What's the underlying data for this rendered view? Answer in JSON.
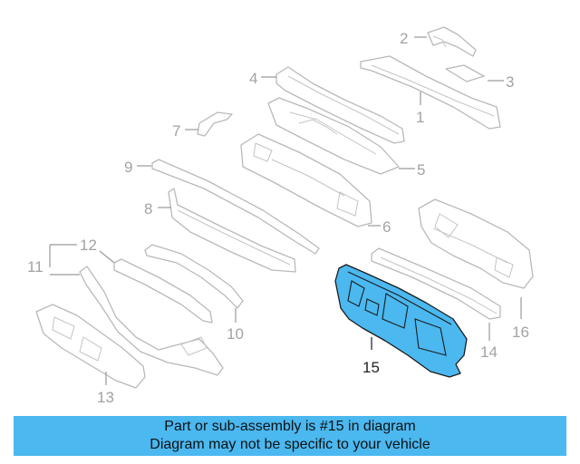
{
  "callouts": {
    "c1": "1",
    "c2": "2",
    "c3": "3",
    "c4": "4",
    "c5": "5",
    "c6": "6",
    "c7": "7",
    "c8": "8",
    "c9": "9",
    "c10": "10",
    "c11": "11",
    "c12": "12",
    "c13": "13",
    "c14": "14",
    "c15": "15",
    "c16": "16"
  },
  "highlight": {
    "part_number": "15",
    "color": "#4bb8f0"
  },
  "banner": {
    "line1": "Part or sub-assembly is #15 in diagram",
    "line2": "Diagram may not be specific to your vehicle",
    "background": "#4bb8f0"
  }
}
